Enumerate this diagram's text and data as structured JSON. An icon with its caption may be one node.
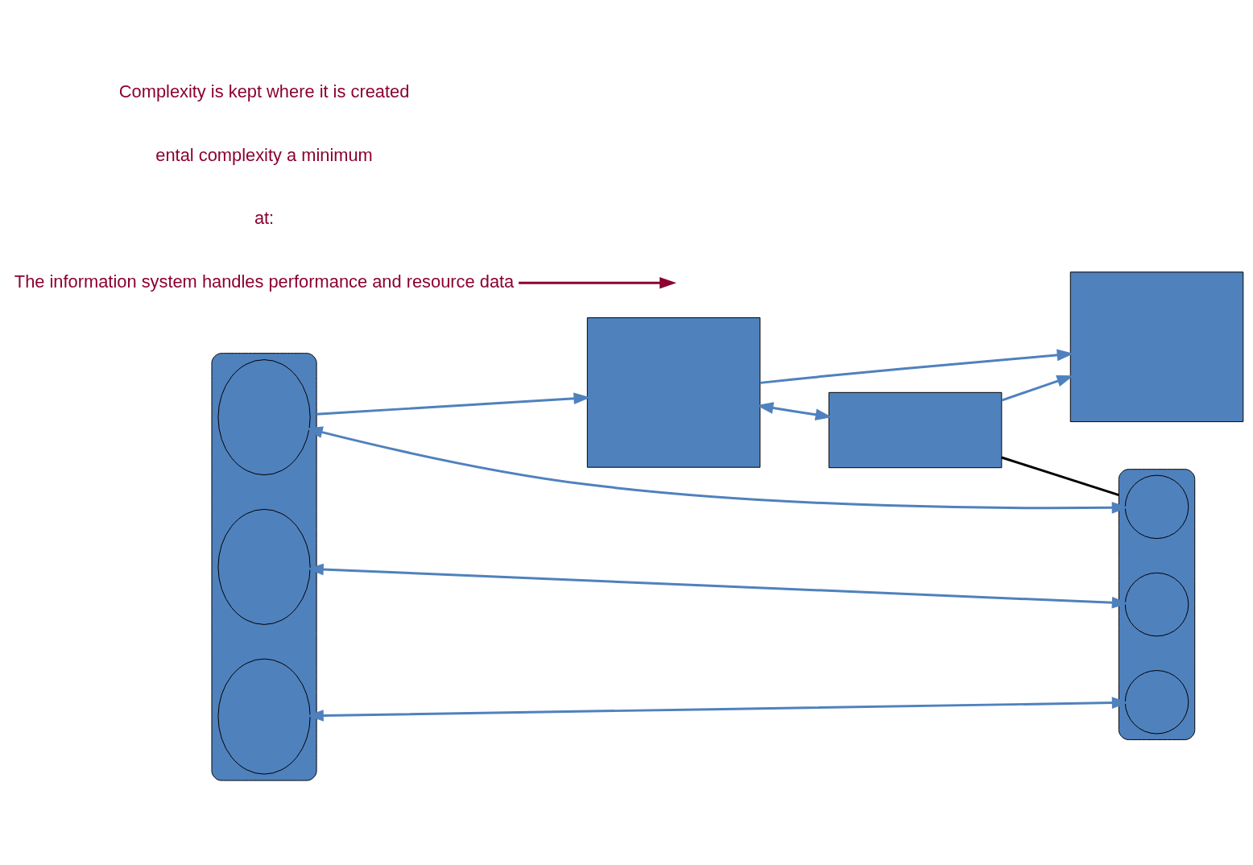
{
  "diagram": {
    "nodes": [
      {
        "text": [],
        "shape": "ellipse"
      },
      {
        "text": [],
        "shape": "ellipse",
        "in": 0
      },
      {
        "text": [],
        "shape": "ellipse",
        "in": 0
      },
      {
        "text": [],
        "shape": "ellipse",
        "in": 0
      },
      {
        "text": [],
        "shape": "box"
      },
      {
        "text": [],
        "shape": "box"
      },
      {
        "text": [],
        "shape": "box"
      },
      {
        "text": [],
        "shape": "ellipse"
      },
      {
        "text": [],
        "shape": "circle",
        "in": 7
      },
      {
        "text": [],
        "shape": "circle",
        "in": 7
      },
      {
        "text": [],
        "shape": "circle",
        "in": 7
      },
      {
        "text": [
          "The information system handles performance and resource data"
        ]
      }
    ],
    "edges": [
      {
        "from": 0,
        "to": 4,
        "arrow": "to"
      },
      {
        "from": 4,
        "to": 5,
        "arrow": "both"
      },
      {
        "from": 4,
        "to": 6,
        "arrow": "to"
      },
      {
        "from": 5,
        "to": 6,
        "arrow": "to"
      },
      {
        "from": 1,
        "to": 8,
        "arrow": "both"
      },
      {
        "from": 2,
        "to": 9,
        "arrow": "both"
      },
      {
        "from": 3,
        "to": 10,
        "arrow": "both"
      },
      {
        "from": 5,
        "to": 7,
        "arrow": "none",
        "color": "#000000"
      },
      {
        "from": 11,
        "to": null,
        "arrow": "to",
        "color": "#8b0030"
      }
    ],
    "labels": [
      "at:",
      "ental complexity a minimum",
      "Complexity is kept where it is created"
    ]
  }
}
